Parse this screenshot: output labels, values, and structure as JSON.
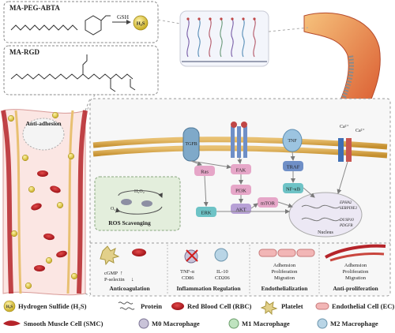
{
  "top_left": {
    "panel1_title": "MA-PEG-ABTA",
    "panel1_arrow_label": "GSH",
    "h2s_badge": "H₂S",
    "panel2_title": "MA-RGD"
  },
  "left_vessel": {
    "anti_adhesion_label": "Anti-adhesion"
  },
  "pathway": {
    "receptors": {
      "integrin": "TGFB",
      "tnf": "TNF",
      "calcium_channel_ion": "Ca²⁺"
    },
    "nodes": {
      "ras": "Ras",
      "fak": "FAK",
      "traf": "TRAF",
      "pi3k": "PI3K",
      "nfkb": "NF-κB",
      "erk": "ERK",
      "akt": "AKT",
      "mtor": "mTOR",
      "nucleus": "Nucleus"
    },
    "genes": [
      "EPHA2",
      "SERPINE1",
      "DUSP10",
      "PDGFB"
    ],
    "ros_box": {
      "title": "ROS Scavenging",
      "h2o2": "H₂O₂",
      "o2": "O₂"
    }
  },
  "effects": [
    {
      "id": "anticoag",
      "lines": [
        "cGMP",
        "P-selectin"
      ],
      "arrows": [
        "↑",
        "↓"
      ],
      "caption": "Anticoagulation"
    },
    {
      "id": "inflam",
      "lines_left": [
        "TNF-α",
        "CD86"
      ],
      "lines_right": [
        "IL-10",
        "CD206"
      ],
      "caption": "Inflammation Regulation"
    },
    {
      "id": "endo",
      "lines": [
        "Adhension",
        "Proliferation",
        "Migration"
      ],
      "caption": "Endothelialization"
    },
    {
      "id": "antiprolif",
      "lines": [
        "Adhension",
        "Proliferation",
        "Migration"
      ],
      "caption": "Anti-proliferation"
    }
  ],
  "legend": [
    {
      "icon": "h2s-icon",
      "label": "Hydrogen Sulfide (H₂S)"
    },
    {
      "icon": "protein-icon",
      "label": "Protein"
    },
    {
      "icon": "rbc-icon",
      "label": "Red Blood Cell (RBC)"
    },
    {
      "icon": "platelet-icon",
      "label": "Platelet"
    },
    {
      "icon": "ec-icon",
      "label": "Endothelial Cell (EC)"
    },
    {
      "icon": "smc-icon",
      "label": "Smooth Muscle Cell (SMC)"
    },
    {
      "icon": "m0-icon",
      "label": "M0 Macrophage"
    },
    {
      "icon": "m1-icon",
      "label": "M1 Macrophage"
    },
    {
      "icon": "m2-icon",
      "label": "M2 Macrophage"
    }
  ],
  "colors": {
    "h2s": "#d9c33a",
    "rbc": "#b3141b",
    "ec": "#f2b6b6",
    "smc": "#b5242a",
    "membrane": "#d4a447",
    "receptor_blue": "#6f8fc7",
    "node_pink": "#e6a6c8",
    "node_purple": "#b7a0d6",
    "node_teal": "#6ec3c6",
    "ros_bg": "#e3eedc"
  }
}
